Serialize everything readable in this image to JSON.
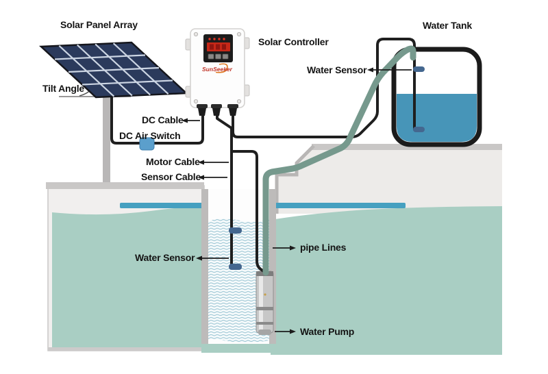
{
  "labels": {
    "solar_panel_array": "Solar Panel Array",
    "tilt_angle": "Tilt Angle",
    "solar_controller": "Solar Controller",
    "dc_cable": "DC Cable",
    "dc_air_switch": "DC Air Switch",
    "motor_cable": "Motor Cable",
    "sensor_cable": "Sensor Cable",
    "water_tank": "Water Tank",
    "water_sensor_tank": "Water Sensor",
    "water_sensor_well": "Water Sensor",
    "pipe_lines": "pipe Lines",
    "water_pump": "Water Pump"
  },
  "controller": {
    "brand": "SunSeeker"
  },
  "colors": {
    "panel_cell": "#2b3a5c",
    "panel_grid": "#ccd5e3",
    "cable": "#1f1f1f",
    "pipe": "#76998d",
    "tank_water": "#4795b8",
    "groundwater": "#a9cec3",
    "ground": "#edebe9",
    "water_table_bar": "#46a0c0",
    "switch_blue": "#5b9fcc",
    "sensor_pill": "#44678f",
    "led_red": "#e23222",
    "screen_red": "#c62818",
    "brand_red": "#c03428",
    "swoosh_orange": "#e0781e"
  }
}
